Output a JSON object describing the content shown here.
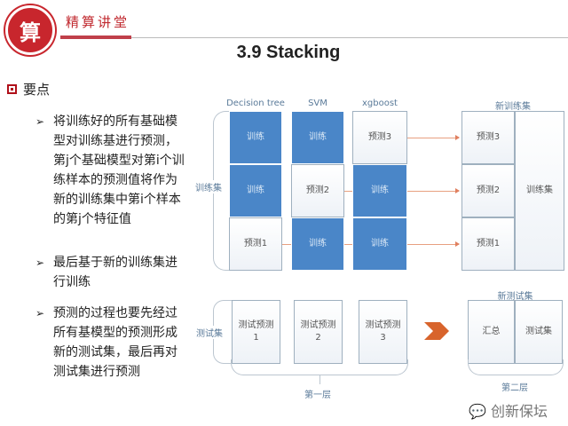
{
  "header": {
    "brand": "精算讲堂",
    "logo_text": "算",
    "title": "3.9 Stacking"
  },
  "left": {
    "heading": "要点",
    "bullets": [
      "将训练好的所有基础模型对训练基进行预测，第j个基础模型对第i个训练样本的预测值将作为新的训练集中第i个样本的第j个特征值",
      "最后基于新的训练集进行训练",
      "预测的过程也要先经过所有基模型的预测形成新的测试集，最后再对测试集进行预测"
    ]
  },
  "diagram": {
    "models": [
      "Decision tree",
      "SVM",
      "xgboost"
    ],
    "train_label": "训练集",
    "columns": [
      [
        "训练",
        "训练",
        "预测1"
      ],
      [
        "训练",
        "预测2",
        "训练"
      ],
      [
        "预测3",
        "训练",
        "训练"
      ]
    ],
    "new_train_label": "新训练集",
    "new_train_cells": [
      "预测3",
      "预测2",
      "预测1"
    ],
    "new_train_whole": "训练集",
    "test_label": "测试集",
    "test_boxes": [
      [
        "测试预测",
        "1"
      ],
      [
        "测试预测",
        "2"
      ],
      [
        "测试预测",
        "3"
      ]
    ],
    "new_test_label": "新测试集",
    "new_test_cells": [
      "汇总",
      "测试集"
    ],
    "layer1": "第一层",
    "layer2": "第二层"
  },
  "watermark": "创新保坛"
}
